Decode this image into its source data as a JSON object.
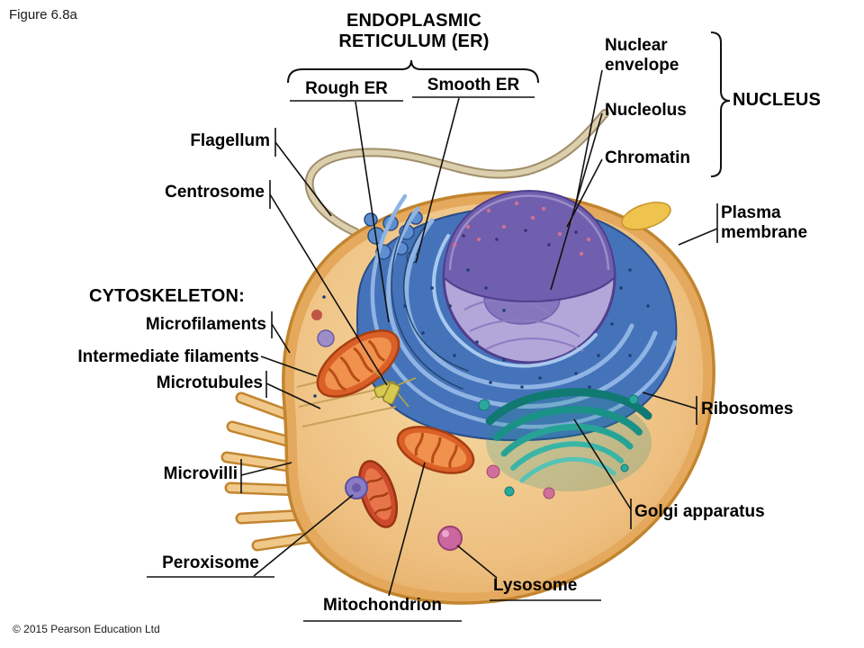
{
  "figure": {
    "id": "Figure 6.8a",
    "copyright": "© 2015 Pearson Education Ltd"
  },
  "headings": {
    "er": "ENDOPLASMIC\nRETICULUM (ER)",
    "nucleus": "NUCLEUS",
    "cytoskeleton": "CYTOSKELETON:"
  },
  "labels": {
    "rough_er": "Rough ER",
    "smooth_er": "Smooth ER",
    "nuclear_envelope": "Nuclear\nenvelope",
    "nucleolus": "Nucleolus",
    "chromatin": "Chromatin",
    "plasma_membrane": "Plasma\nmembrane",
    "flagellum": "Flagellum",
    "centrosome": "Centrosome",
    "microfilaments": "Microfilaments",
    "intermediate_filaments": "Intermediate filaments",
    "microtubules": "Microtubules",
    "microvilli": "Microvilli",
    "ribosomes": "Ribosomes",
    "golgi_apparatus": "Golgi apparatus",
    "peroxisome": "Peroxisome",
    "mitochondrion": "Mitochondrion",
    "lysosome": "Lysosome"
  },
  "palette": {
    "cell_body": "#edbc72",
    "cell_outline": "#c2852f",
    "er_blue": "#4573ba",
    "nucleus_envelope_purple": "#6f5fae",
    "nucleus_interior": "#b3a6d8",
    "golgi_teal": "#1f8f86",
    "mitochondrion_orange": "#db6028",
    "label_text": "#000000",
    "leader_line": "#111111"
  }
}
